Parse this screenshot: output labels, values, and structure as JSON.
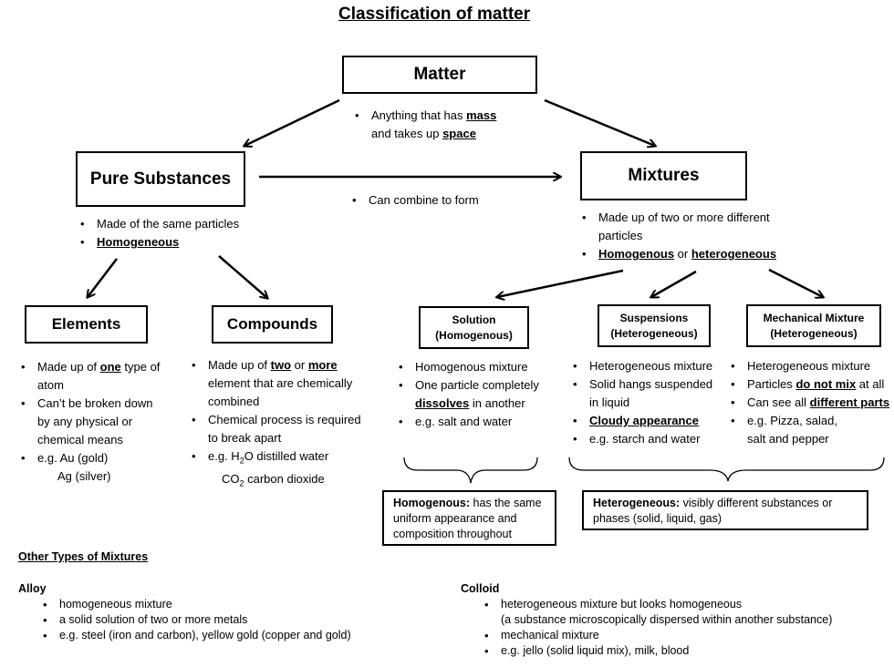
{
  "title": "Classification of matter",
  "matter": {
    "label": "Matter",
    "bullet_pre": "Anything that has ",
    "bullet_mass": "mass",
    "bullet_mid": "and takes up ",
    "bullet_space": "space"
  },
  "pure": {
    "label": "Pure Substances",
    "bullet1": "Made of the same particles",
    "bullet2": "Homogeneous"
  },
  "combine_note": "Can combine to form",
  "mixtures": {
    "label": "Mixtures",
    "bullet1": "Made up of two or more different particles",
    "b2_homogenous": "Homogenous",
    "b2_or": " or ",
    "b2_heterogeneous": "heterogeneous"
  },
  "elements": {
    "label": "Elements",
    "b1_pre": "Made up of ",
    "b1_one": "one",
    "b1_post": " type of atom",
    "b2": "Can’t be broken down by any physical or chemical means",
    "b3_line1": "e.g. Au (gold)",
    "b3_line2": "Ag (silver)"
  },
  "compounds": {
    "label": "Compounds",
    "b1_pre": "Made up of ",
    "b1_two": "two",
    "b1_or": " or ",
    "b1_more": "more",
    "b1_post": " element that are chemically combined",
    "b2": "Chemical process is required to break apart",
    "b3_pre": "e.g. H",
    "b3_sub": "2",
    "b3_post": "O distilled water",
    "b4_pre": "CO",
    "b4_sub": "2",
    "b4_post": " carbon dioxide"
  },
  "solution": {
    "label1": "Solution",
    "label2": "(Homogenous)",
    "b1": "Homogenous mixture",
    "b2_pre": "One particle completely ",
    "b2_dissolves": "dissolves",
    "b2_post": " in another",
    "b3": "e.g. salt and water"
  },
  "suspensions": {
    "label1": "Suspensions",
    "label2": "(Heterogeneous)",
    "b1": "Heterogeneous mixture",
    "b2": "Solid hangs suspended in liquid",
    "b3": "Cloudy appearance",
    "b4": "e.g. starch and water"
  },
  "mechanical": {
    "label1": "Mechanical Mixture",
    "label2": "(Heterogeneous)",
    "b1": "Heterogeneous mixture",
    "b2_pre": "Particles ",
    "b2_notmix": "do not mix",
    "b2_post": " at all",
    "b3_pre": "Can see all ",
    "b3_parts": "different parts",
    "b4": "e.g. Pizza, salad, salt and pepper"
  },
  "homogenous_note": {
    "label": "Homogenous:",
    "text": " has the same uniform appearance and composition throughout"
  },
  "heterogeneous_note": {
    "label": "Heterogeneous:",
    "text": " visibly different substances or phases (solid, liquid, gas)"
  },
  "other": {
    "heading": "Other Types of Mixtures",
    "alloy": {
      "title": "Alloy",
      "items": [
        "homogeneous mixture",
        "a solid solution of two or more metals",
        "e.g. steel (iron and carbon), yellow gold (copper and gold)"
      ]
    },
    "colloid": {
      "title": "Colloid",
      "item1_line1": "heterogeneous mixture but looks homogeneous",
      "item1_line2": "(a substance microscopically dispersed within another substance)",
      "item2": "mechanical mixture",
      "item3": "e.g. jello (solid liquid mix), milk, blood"
    }
  }
}
